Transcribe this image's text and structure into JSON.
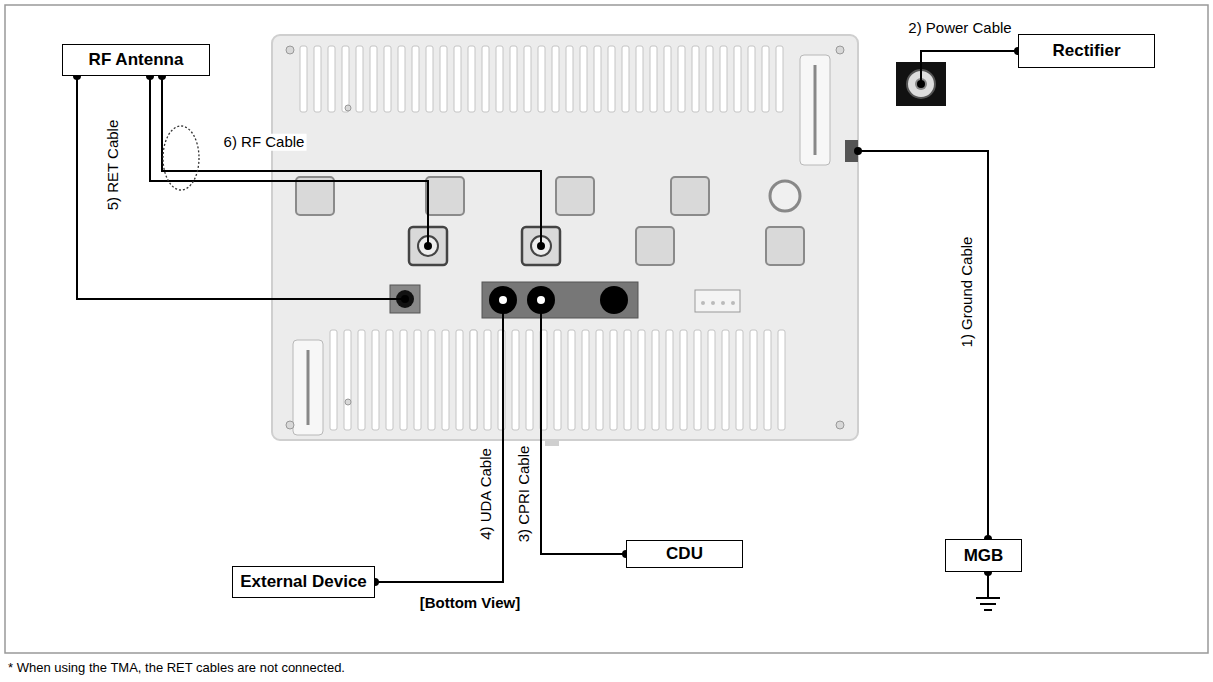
{
  "diagram": {
    "nodes": [
      {
        "text": [
          "RF Antenna"
        ]
      },
      {
        "text": [
          "Rectifier"
        ]
      },
      {
        "text": [
          "External Device"
        ]
      },
      {
        "text": [
          "CDU"
        ]
      },
      {
        "text": [
          "MGB"
        ]
      }
    ],
    "labels": [
      "1) Ground Cable",
      "2) Power Cable",
      "3) CPRI Cable",
      "4) UDA Cable",
      "5) RET Cable",
      "6) RF Cable",
      "[Bottom View]",
      "* When using the TMA, the RET cables are not connected."
    ]
  }
}
